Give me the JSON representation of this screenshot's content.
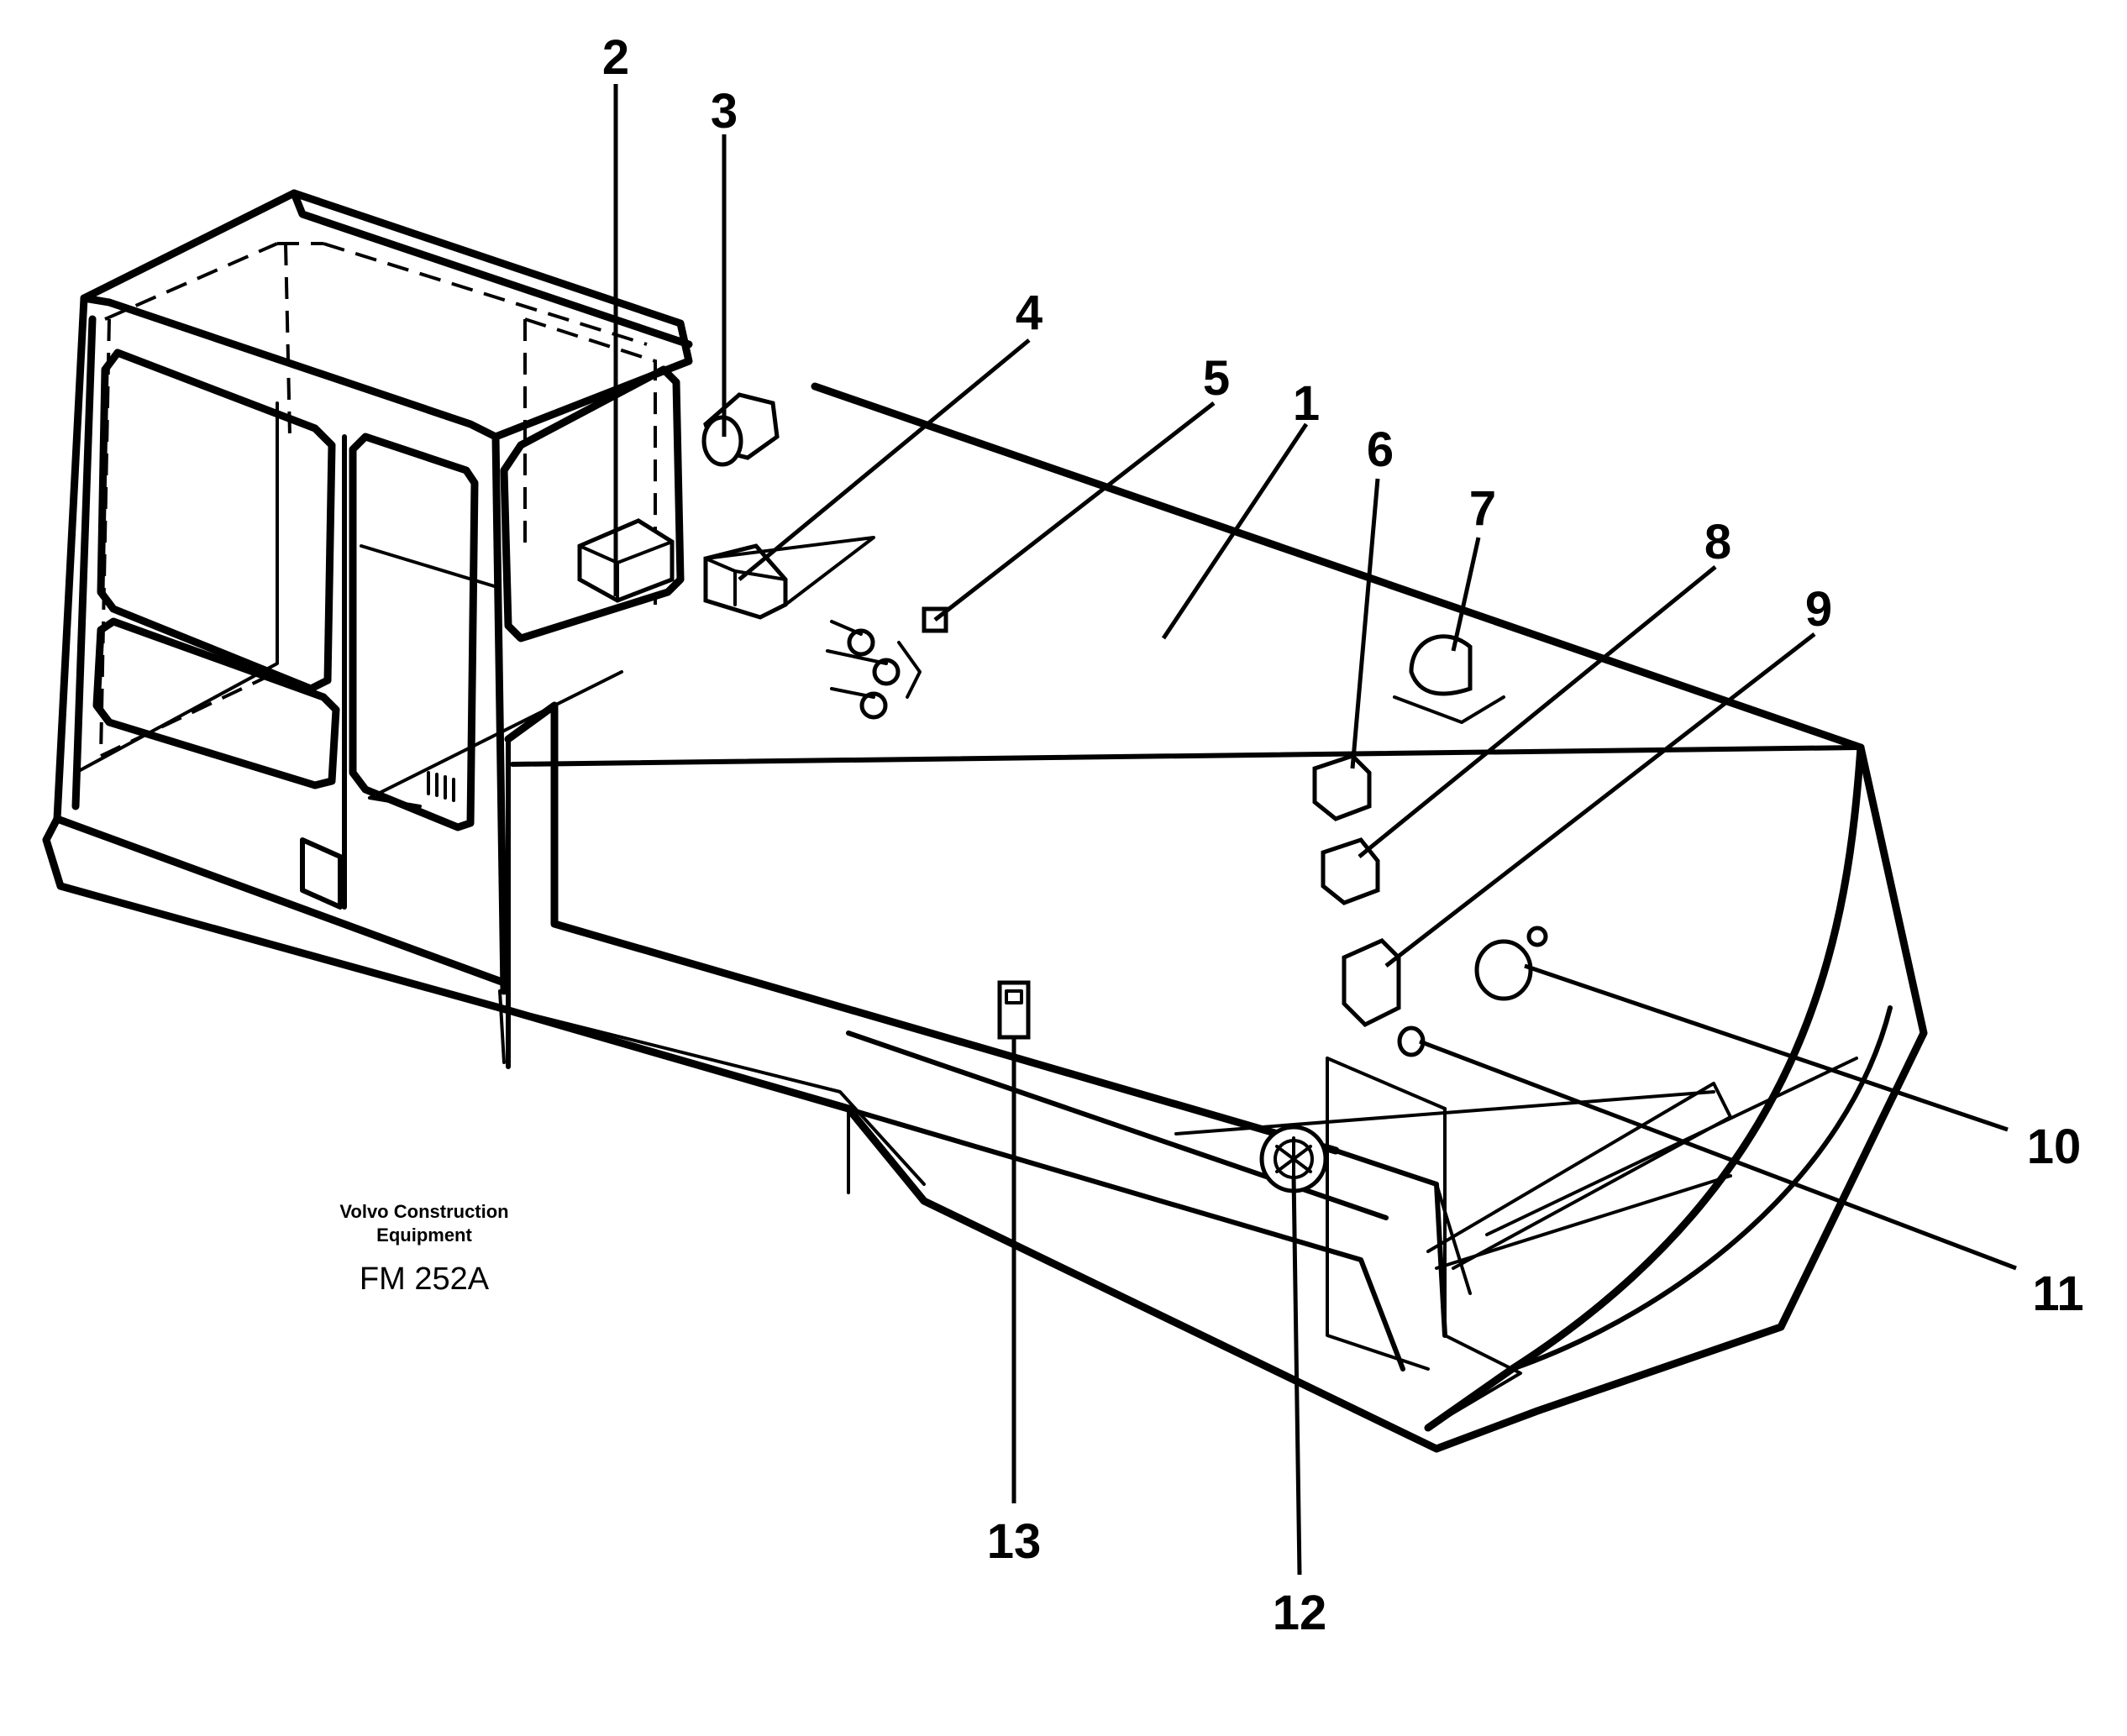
{
  "callouts": [
    "2",
    "3",
    "4",
    "5",
    "1",
    "6",
    "7",
    "8",
    "9",
    "10",
    "11",
    "12",
    "13"
  ],
  "caption": {
    "company_line1": "Volvo Construction",
    "company_line2": "Equipment",
    "code": "FM 252A"
  }
}
